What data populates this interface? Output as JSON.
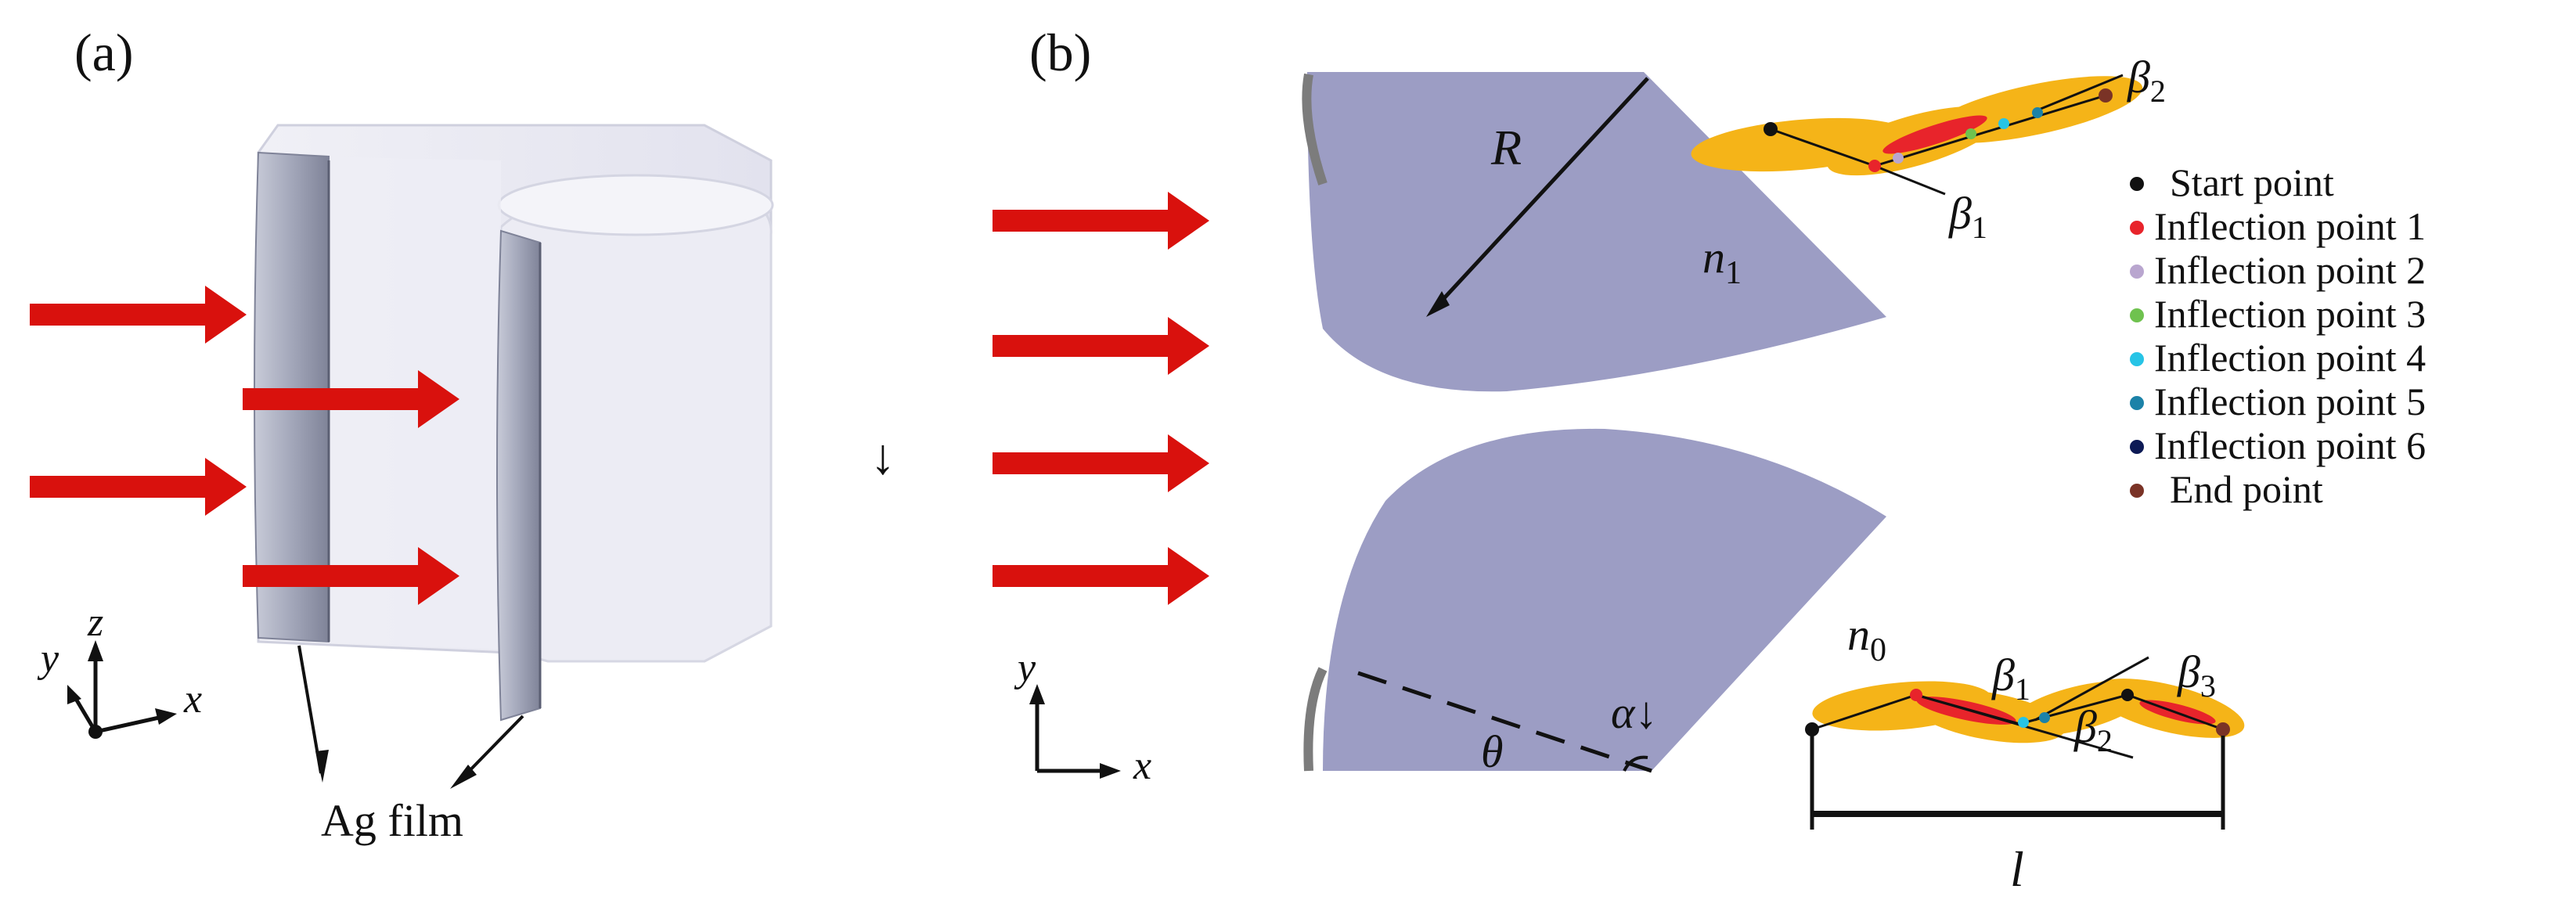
{
  "panels": {
    "a": {
      "label": "(a)"
    },
    "b": {
      "label": "(b)"
    }
  },
  "labels": {
    "ag_film": "Ag film",
    "axis_a": {
      "y": "y",
      "z": "z",
      "x": "x"
    },
    "axis_b": {
      "y": "y",
      "x": "x"
    },
    "down_arrow": "↓",
    "R": "R",
    "n1_base": "n",
    "n1_sub": "1",
    "n0_base": "n",
    "n0_sub": "0",
    "theta": "θ",
    "alpha": "α↓",
    "l": "l",
    "beta": "β",
    "beta_top_1": "1",
    "beta_top_2": "2",
    "beta_bot_1": "1",
    "beta_bot_2": "2",
    "beta_bot_3": "3"
  },
  "legend": {
    "items": [
      {
        "label": "Start point",
        "color": "#111111"
      },
      {
        "label": "Inflection point 1",
        "color": "#e8242b"
      },
      {
        "label": "Inflection point 2",
        "color": "#b9a6cf"
      },
      {
        "label": "Inflection point 3",
        "color": "#6fc24f"
      },
      {
        "label": "Inflection point 4",
        "color": "#27c4e6"
      },
      {
        "label": "Inflection point 5",
        "color": "#1c82a8"
      },
      {
        "label": "Inflection point 6",
        "color": "#0d1a55"
      },
      {
        "label": "End point",
        "color": "#7a3326"
      }
    ]
  },
  "colors": {
    "arrow": "#d9110d",
    "lens": "#9c9dc4",
    "film": "#a9adbf",
    "glass": "#e9e9f2",
    "particle": "#f5b418",
    "particle_core": "#e8242b"
  }
}
